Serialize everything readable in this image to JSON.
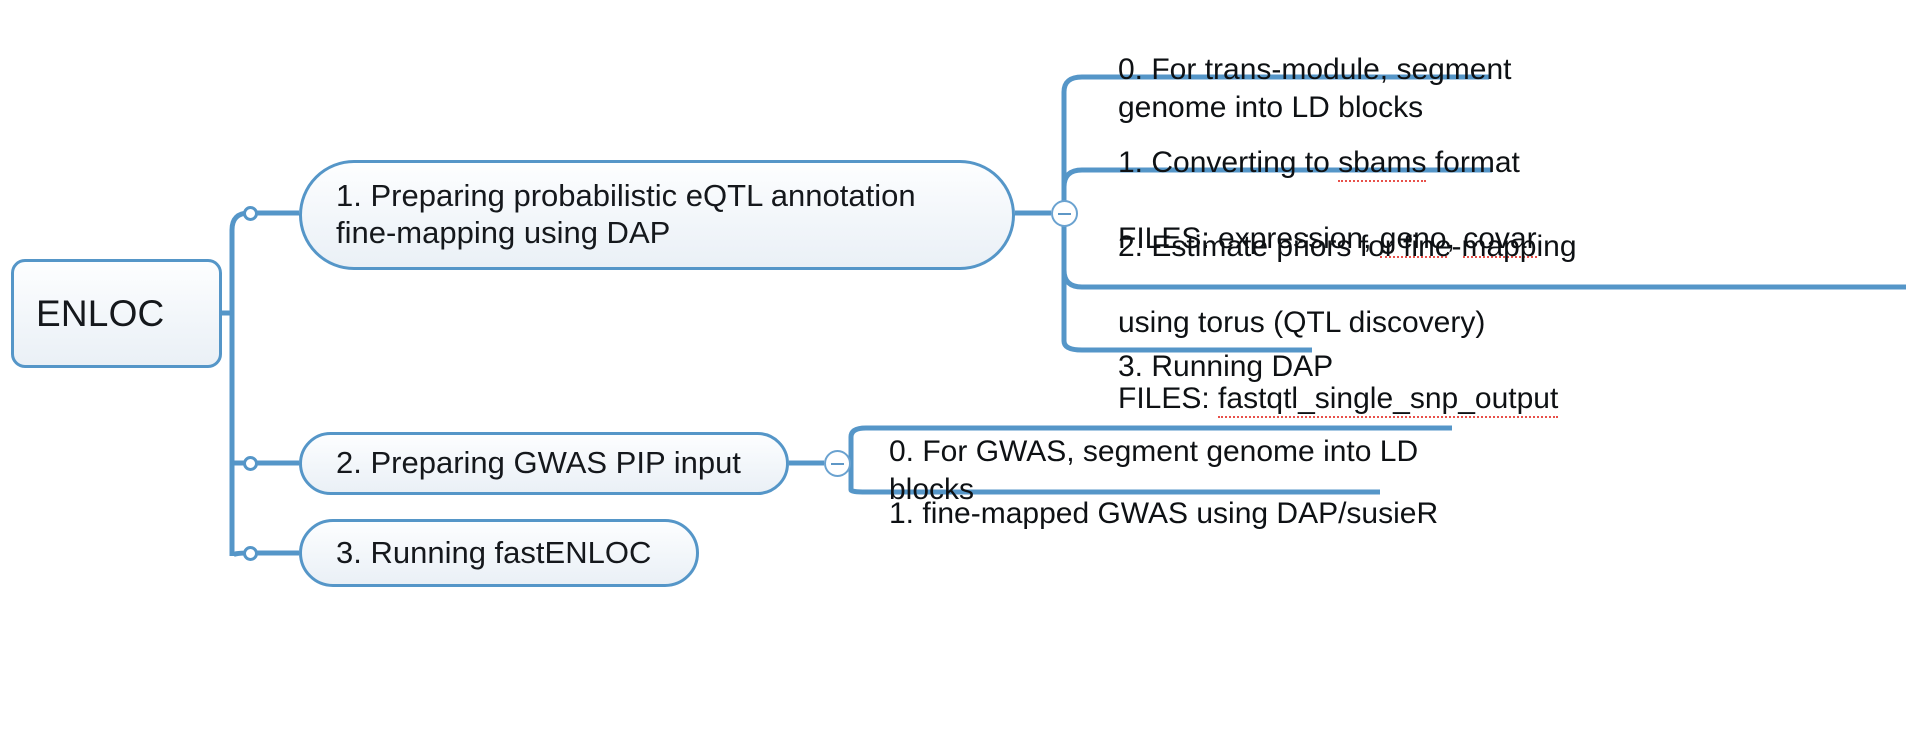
{
  "document": {
    "type": "mind-map",
    "root": {
      "label": "ENLOC"
    },
    "colors": {
      "branch_stroke": "#5596c8",
      "node_fill": "#eef3f8",
      "node_border": "#5596c8",
      "text": "#15181c",
      "spellcheck_underline": "#e8504a",
      "background": "#ffffff"
    }
  },
  "branches": [
    {
      "id": "branch-1",
      "label": "1. Preparing probabilistic eQTL annotation\nfine-mapping using DAP",
      "collapse_icon": "minus-circle-icon",
      "children": [
        {
          "id": "leaf-1-0",
          "label": "0. For trans-module, segment\ngenome into LD blocks"
        },
        {
          "id": "leaf-1-1",
          "line1_pre": "1. Converting to ",
          "line1_misspelled": "sbams",
          "line1_post": " format",
          "line2_pre": "FILES: expression, ",
          "line2_misspelled_a": "geno",
          "line2_mid": ", ",
          "line2_misspelled_b": "covar",
          "label": "1. Converting to sbams format\nFILES: expression, geno, covar"
        },
        {
          "id": "leaf-1-2",
          "line1": "2. Estimate priors for fine-mapping",
          "line2": "using torus (QTL discovery)",
          "line3_pre": "FILES: ",
          "line3_misspelled": "fastqtl_single_snp_output",
          "label": "2. Estimate priors for fine-mapping\nusing torus (QTL discovery)\nFILES: fastqtl_single_snp_output"
        },
        {
          "id": "leaf-1-3",
          "label": "3. Running DAP"
        }
      ]
    },
    {
      "id": "branch-2",
      "label": "2. Preparing GWAS PIP input",
      "collapse_icon": "minus-circle-icon",
      "children": [
        {
          "id": "leaf-2-0",
          "label": "0. For GWAS, segment genome into LD blocks"
        },
        {
          "id": "leaf-2-1",
          "label": "1. fine-mapped GWAS using DAP/susieR"
        }
      ]
    },
    {
      "id": "branch-3",
      "label": "3. Running fastENLOC",
      "children": []
    }
  ]
}
